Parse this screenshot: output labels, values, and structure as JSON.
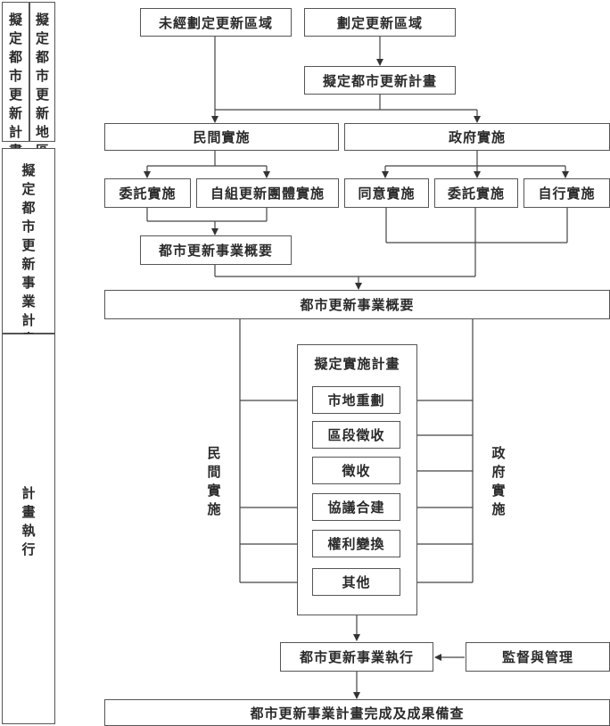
{
  "sidebar": {
    "phase1a": "擬定都市更新計畫",
    "phase1b": "擬定都市更新地區",
    "phase2": "擬定都市更新事業計畫",
    "phase3": "計畫執行"
  },
  "nodes": {
    "unplanned_area": "未經劃定更新區域",
    "planned_area": "劃定更新區域",
    "draft_plan": "擬定都市更新計畫",
    "private_impl": "民間實施",
    "gov_impl": "政府實施",
    "entrusted_impl": "委託實施",
    "self_org_impl": "自組更新團體實施",
    "consent_impl": "同意實施",
    "gov_entrusted_impl": "委託實施",
    "self_impl": "自行實施",
    "summary_small": "都市更新事業概要",
    "summary_wide": "都市更新事業概要",
    "impl_plan_title": "擬定實施計畫",
    "readjustment": "市地重劃",
    "zone_expropriation": "區段徵收",
    "expropriation": "徵收",
    "negotiated_build": "協議合建",
    "rights_exchange": "權利變換",
    "other": "其他",
    "execution": "都市更新事業執行",
    "supervision": "監督與管理",
    "completion": "都市更新事業計畫完成及成果備查"
  },
  "side_labels": {
    "private_vertical": "民間實施",
    "gov_vertical": "政府實施"
  }
}
